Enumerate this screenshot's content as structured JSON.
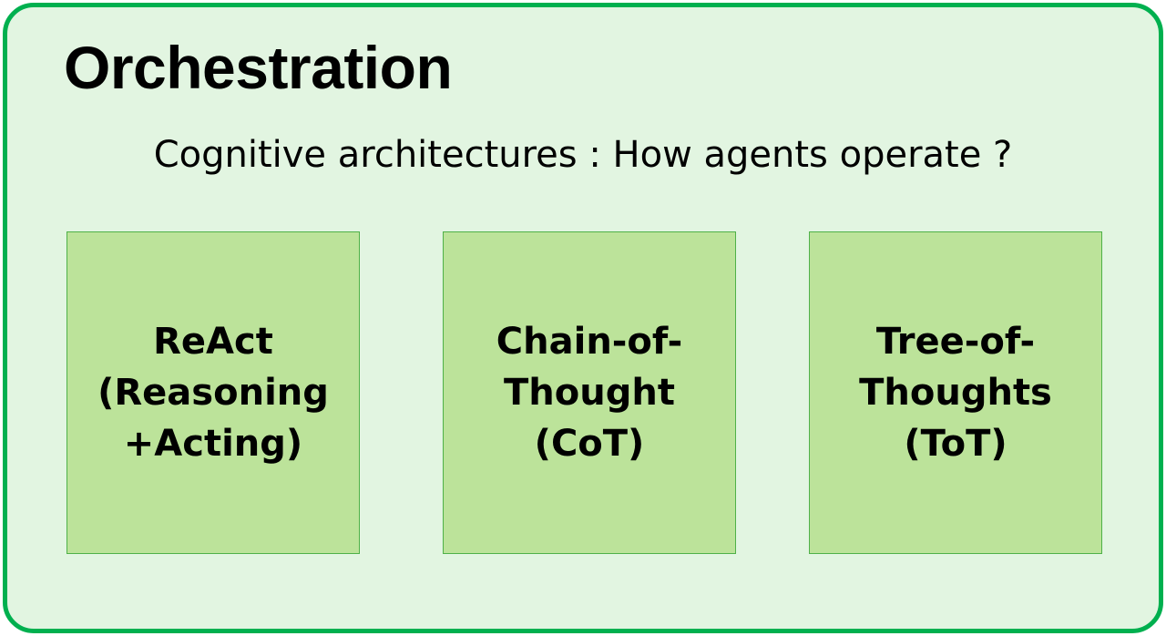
{
  "title": "Orchestration",
  "subtitle": "Cognitive architectures : How agents operate ?",
  "architectures": [
    {
      "label": "ReAct\n(Reasoning\n+Acting)"
    },
    {
      "label": "Chain-of-\nThought\n(CoT)"
    },
    {
      "label": "Tree-of-\nThoughts\n(ToT)"
    }
  ],
  "colors": {
    "frame_border": "#00b04f",
    "frame_fill": "#e2f5e1",
    "box_fill": "#bce39a",
    "box_border": "#4fb148"
  }
}
